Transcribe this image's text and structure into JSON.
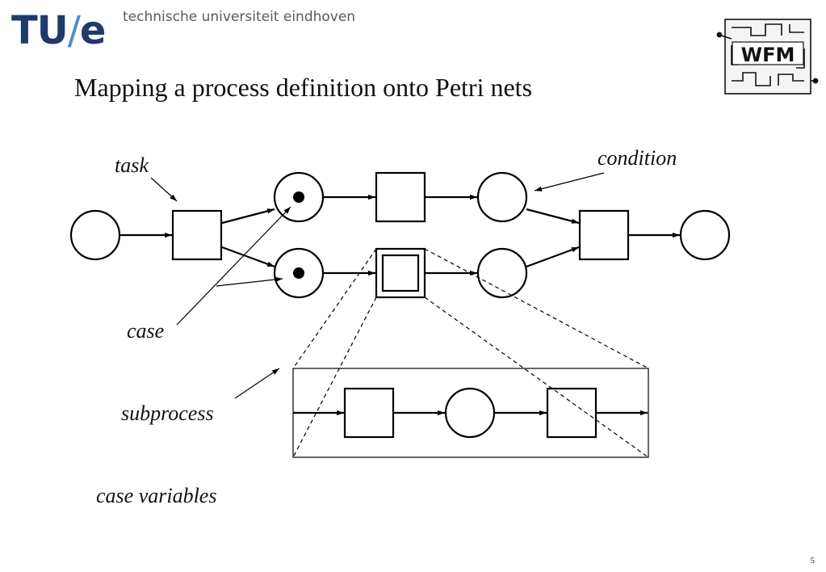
{
  "header": {
    "logo_tu": "TU",
    "logo_slash": "/",
    "logo_e": "e",
    "university_name": "technische universiteit eindhoven",
    "wfm_logo_text": "WFM"
  },
  "slide": {
    "title": "Mapping a process definition onto Petri nets",
    "page_number": "5"
  },
  "diagram": {
    "labels": {
      "task": "task",
      "condition": "condition",
      "case": "case",
      "subprocess": "subprocess",
      "case_variables": "case variables"
    }
  }
}
